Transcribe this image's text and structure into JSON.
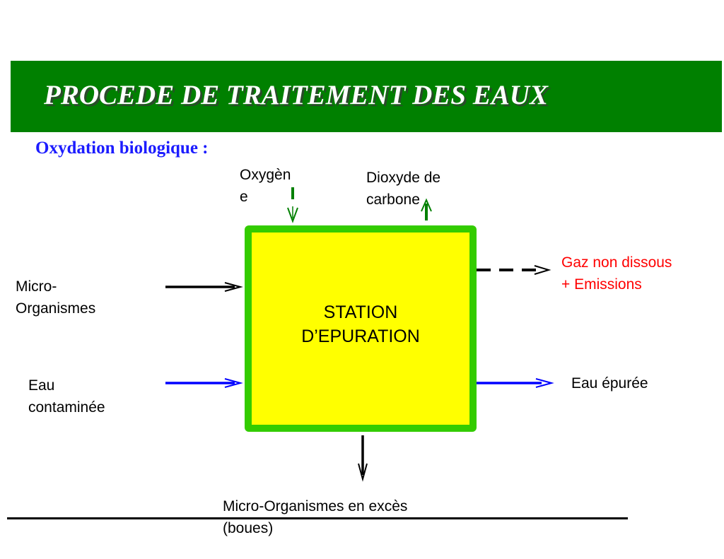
{
  "header": {
    "title": "PROCEDE DE TRAITEMENT DES EAUX"
  },
  "subtitle": "Oxydation biologique :",
  "station": {
    "line1": "STATION",
    "line2": "D’EPURATION"
  },
  "inputs": {
    "oxygen": {
      "line1": "Oxygèn",
      "line2": "e"
    },
    "co2": {
      "line1": "Dioxyde de",
      "line2": "carbone"
    },
    "micro": {
      "line1": "Micro-",
      "line2": "Organismes"
    },
    "water": {
      "line1": "Eau",
      "line2": "contaminée"
    }
  },
  "outputs": {
    "gas": {
      "line1": "Gaz non dissous",
      "line2": "+ Emissions"
    },
    "clean_water": "Eau épurée",
    "sludge": {
      "line1": "Micro-Organismes en excès",
      "line2": "(boues)"
    }
  },
  "colors": {
    "banner": "#008000",
    "title_text": "#ffffff",
    "subtitle_text": "#1c1cff",
    "station_fill": "#ffff00",
    "station_border": "#33cc00",
    "gas_label": "#ff0000",
    "water_arrow": "#0000ff",
    "gas_arrow": "#000000",
    "oxygen_arrow": "#008000"
  }
}
